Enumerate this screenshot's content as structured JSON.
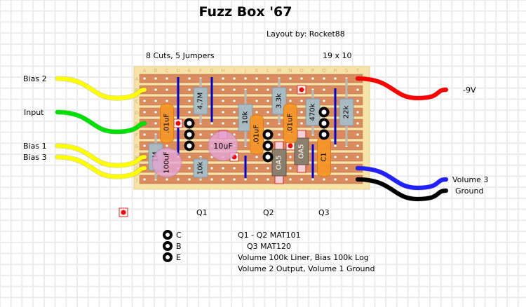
{
  "title": "Fuzz Box '67",
  "author": "Layout by: Rocket88",
  "stats": "8 Cuts, 5 Jumpers",
  "board_size": "19 x 10",
  "columns": [
    "A",
    "B",
    "C",
    "D",
    "E",
    "F",
    "G",
    "H",
    "I",
    "J",
    "K",
    "L",
    "M",
    "N",
    "O",
    "P",
    "Q",
    "R",
    "S",
    "T"
  ],
  "rows": [
    "A",
    "B",
    "C",
    "D",
    "E",
    "F",
    "G",
    "H",
    "I",
    "J"
  ],
  "wires": [
    {
      "label": "Bias 2",
      "color": "#ffff00",
      "side": "left",
      "row": 1
    },
    {
      "label": "Input",
      "color": "#00e000",
      "side": "left",
      "row": 4
    },
    {
      "label": "Bias 1",
      "color": "#ffff00",
      "side": "left",
      "row": 7
    },
    {
      "label": "Bias 3",
      "color": "#ffff00",
      "side": "left",
      "row": 8
    },
    {
      "label": "-9V",
      "color": "#ff0000",
      "side": "right",
      "row": 0
    },
    {
      "label": "Volume 3",
      "color": "#2020ff",
      "side": "right",
      "row": 8
    },
    {
      "label": "Ground",
      "color": "#000000",
      "side": "right",
      "row": 9
    }
  ],
  "components": {
    "resistors": [
      {
        "value": "4.7M",
        "col": 5,
        "from": 0,
        "to": 4
      },
      {
        "value": "1M",
        "col": 1,
        "from": 5,
        "to": 9
      },
      {
        "value": "10k",
        "col": 5,
        "from": 7,
        "to": 9,
        "id": "r10k-a"
      },
      {
        "value": "10k",
        "col": 9,
        "from": 1,
        "to": 6,
        "id": "r10k-b"
      },
      {
        "value": "3.3k",
        "col": 12,
        "from": 0,
        "to": 4
      },
      {
        "value": "470k",
        "col": 15,
        "from": 1,
        "to": 5
      },
      {
        "value": "22k",
        "col": 18,
        "from": 0,
        "to": 6
      }
    ],
    "film_caps": [
      {
        "value": ".01uF",
        "col": 2,
        "from": 3,
        "to": 5
      },
      {
        "value": ".01uF",
        "col": 10,
        "from": 4,
        "to": 6
      },
      {
        "value": ".01uF",
        "col": 13,
        "from": 3,
        "to": 5
      },
      {
        "value": "C1",
        "col": 16,
        "from": 6,
        "to": 8
      }
    ],
    "electrolytics": [
      {
        "value": "100uF",
        "col": 2,
        "row": 7.5
      },
      {
        "value": "10uF",
        "col": 7,
        "row": 6
      }
    ],
    "diodes": [
      {
        "value": "OA5",
        "col": 12,
        "from": 6,
        "to": 9
      },
      {
        "value": "OA5",
        "col": 14,
        "from": 5,
        "to": 8
      }
    ],
    "jumpers": [
      {
        "col": 3,
        "from": 0,
        "to": 7
      },
      {
        "col": 6,
        "from": 0,
        "to": 4
      },
      {
        "col": 9,
        "from": 7,
        "to": 9
      },
      {
        "col": 15,
        "from": 6,
        "to": 9
      },
      {
        "col": 17,
        "from": 1,
        "to": 6
      }
    ],
    "cuts": [
      {
        "col": 3,
        "row": 4
      },
      {
        "col": 8,
        "row": 7
      },
      {
        "col": 14,
        "row": 1
      },
      {
        "col": 13,
        "row": 6
      }
    ],
    "transistors": [
      {
        "name": "Q1",
        "col": 4,
        "rows": [
          4,
          5,
          6
        ]
      },
      {
        "name": "Q2",
        "col": 11,
        "rows": [
          5,
          6,
          7
        ]
      },
      {
        "name": "Q3",
        "col": 16,
        "rows": [
          3,
          4,
          5
        ]
      }
    ]
  },
  "legend": {
    "transistor_labels": [
      "Q1",
      "Q2",
      "Q3"
    ],
    "pins": [
      "C",
      "B",
      "E"
    ],
    "notes": [
      "Q1 - Q2  MAT101",
      "Q3  MAT120",
      "Volume 100k Liner,   Bias   100k Log",
      "Volume 2 Output, Volume 1 Ground"
    ]
  },
  "colors": {
    "board": "#f7e3a8",
    "strip": "#d98b5f",
    "jumper": "#0000cc",
    "cut": "#ff0000",
    "resistor": "#a9bcc6",
    "film_cap": "#f5962a",
    "electrolytic": "#e5a4d4",
    "diode": "#8c7e6c"
  }
}
